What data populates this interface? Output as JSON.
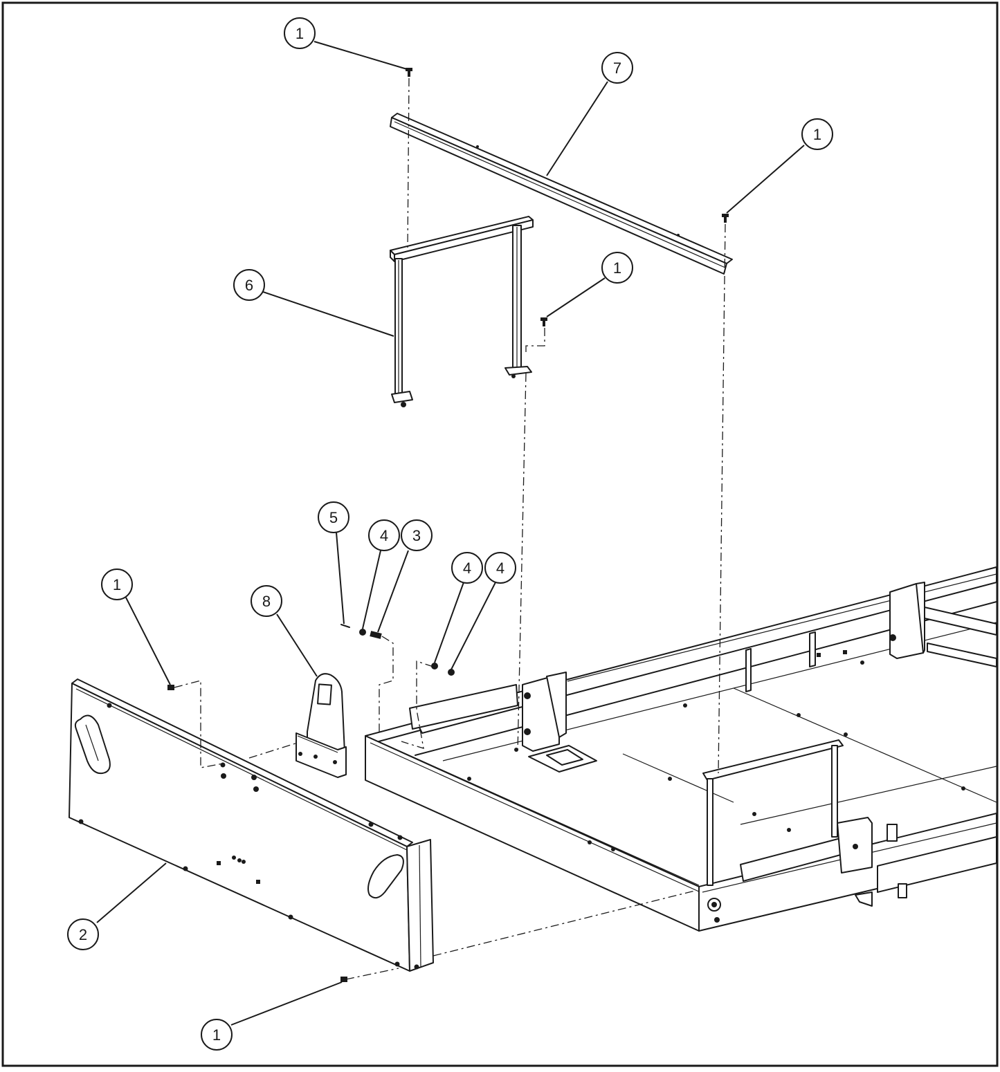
{
  "diagram": {
    "callouts": [
      {
        "id": "c1a",
        "label": "1"
      },
      {
        "id": "c7",
        "label": "7"
      },
      {
        "id": "c1b",
        "label": "1"
      },
      {
        "id": "c6",
        "label": "6"
      },
      {
        "id": "c1c",
        "label": "1"
      },
      {
        "id": "c5",
        "label": "5"
      },
      {
        "id": "c4a",
        "label": "4"
      },
      {
        "id": "c3",
        "label": "3"
      },
      {
        "id": "c4b",
        "label": "4"
      },
      {
        "id": "c4c",
        "label": "4"
      },
      {
        "id": "c1d",
        "label": "1"
      },
      {
        "id": "c8",
        "label": "8"
      },
      {
        "id": "c2",
        "label": "2"
      },
      {
        "id": "c1e",
        "label": "1"
      }
    ],
    "parts": [
      "bolt",
      "rear-panel",
      "nut",
      "washer",
      "screw",
      "brace-frame",
      "cross-rail",
      "bracket",
      "chassis-frame"
    ]
  }
}
